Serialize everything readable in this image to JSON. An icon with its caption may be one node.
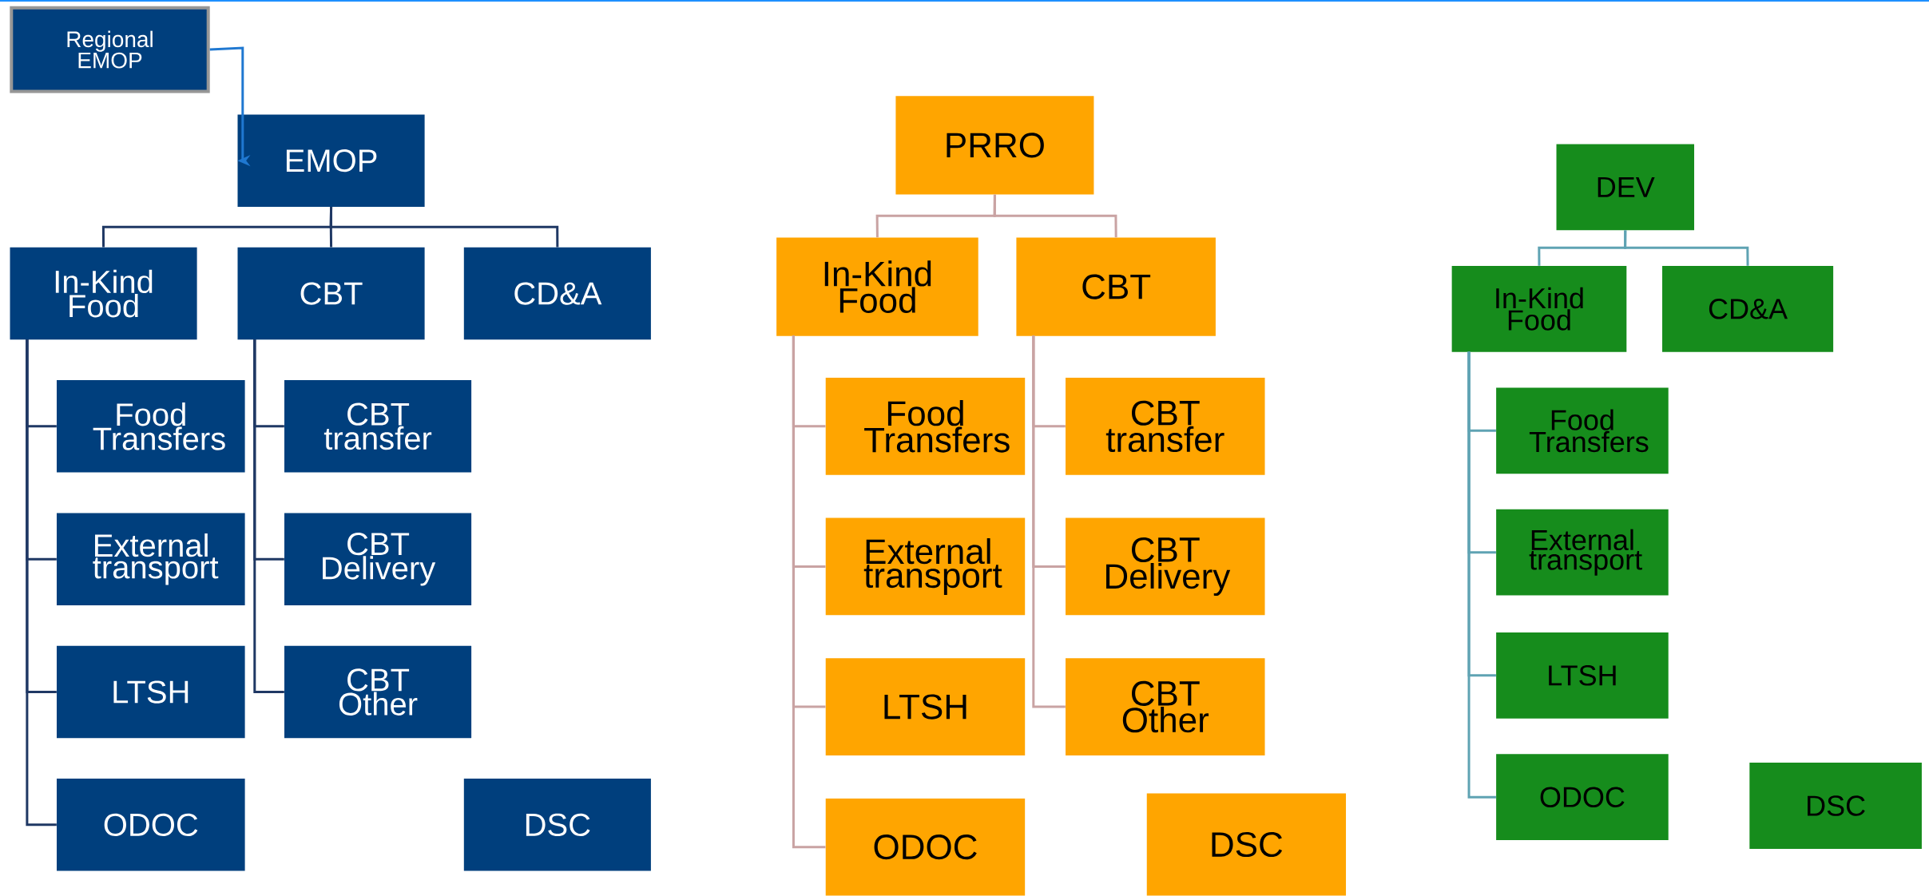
{
  "diagram": {
    "nodes": [
      {
        "text": [
          "Regional EMOP"
        ]
      },
      {
        "text": [
          "EMOP"
        ]
      },
      {
        "text": [
          "In-Kind Food"
        ]
      },
      {
        "text": [
          "CBT"
        ]
      },
      {
        "text": [
          "CD&A"
        ]
      },
      {
        "text": [
          "Food Transfers"
        ]
      },
      {
        "text": [
          "External transport"
        ]
      },
      {
        "text": [
          "LTSH"
        ]
      },
      {
        "text": [
          "ODOC"
        ]
      },
      {
        "text": [
          "CBT transfer"
        ]
      },
      {
        "text": [
          "CBT Delivery"
        ]
      },
      {
        "text": [
          "CBT Other"
        ]
      },
      {
        "text": [
          "DSC"
        ]
      },
      {
        "text": [
          "PRRO"
        ]
      },
      {
        "text": [
          "In-Kind Food"
        ]
      },
      {
        "text": [
          "CBT"
        ]
      },
      {
        "text": [
          "Food Transfers"
        ]
      },
      {
        "text": [
          "External transport"
        ]
      },
      {
        "text": [
          "LTSH"
        ]
      },
      {
        "text": [
          "ODOC"
        ]
      },
      {
        "text": [
          "CBT transfer"
        ]
      },
      {
        "text": [
          "CBT Delivery"
        ]
      },
      {
        "text": [
          "CBT Other"
        ]
      },
      {
        "text": [
          "DSC"
        ]
      },
      {
        "text": [
          "DEV"
        ]
      },
      {
        "text": [
          "In-Kind Food"
        ]
      },
      {
        "text": [
          "CD&A"
        ]
      },
      {
        "text": [
          "Food Transfers"
        ]
      },
      {
        "text": [
          "External transport"
        ]
      },
      {
        "text": [
          "LTSH"
        ]
      },
      {
        "text": [
          "ODOC"
        ]
      },
      {
        "text": [
          "DSC"
        ]
      }
    ],
    "edges": [
      {
        "from": 0,
        "to": 1,
        "arrow": "to",
        "color": "#1f78d1"
      },
      {
        "from": 1,
        "to": 2,
        "arrow": "none",
        "color": "#1f3864"
      },
      {
        "from": 1,
        "to": 3,
        "arrow": "none",
        "color": "#1f3864"
      },
      {
        "from": 1,
        "to": 4,
        "arrow": "none",
        "color": "#1f3864"
      },
      {
        "from": 2,
        "to": 5,
        "arrow": "none",
        "color": "#1f3864"
      },
      {
        "from": 2,
        "to": 6,
        "arrow": "none",
        "color": "#1f3864"
      },
      {
        "from": 2,
        "to": 7,
        "arrow": "none",
        "color": "#1f3864"
      },
      {
        "from": 2,
        "to": 8,
        "arrow": "none",
        "color": "#1f3864"
      },
      {
        "from": 3,
        "to": 9,
        "arrow": "none",
        "color": "#1f3864"
      },
      {
        "from": 3,
        "to": 10,
        "arrow": "none",
        "color": "#1f3864"
      },
      {
        "from": 3,
        "to": 11,
        "arrow": "none",
        "color": "#1f3864"
      },
      {
        "from": 13,
        "to": 14,
        "arrow": "none",
        "color": "#c9a3a3"
      },
      {
        "from": 13,
        "to": 15,
        "arrow": "none",
        "color": "#c9a3a3"
      },
      {
        "from": 14,
        "to": 16,
        "arrow": "none",
        "color": "#c9a3a3"
      },
      {
        "from": 14,
        "to": 17,
        "arrow": "none",
        "color": "#c9a3a3"
      },
      {
        "from": 14,
        "to": 18,
        "arrow": "none",
        "color": "#c9a3a3"
      },
      {
        "from": 14,
        "to": 19,
        "arrow": "none",
        "color": "#c9a3a3"
      },
      {
        "from": 15,
        "to": 20,
        "arrow": "none",
        "color": "#c9a3a3"
      },
      {
        "from": 15,
        "to": 21,
        "arrow": "none",
        "color": "#c9a3a3"
      },
      {
        "from": 15,
        "to": 22,
        "arrow": "none",
        "color": "#c9a3a3"
      },
      {
        "from": 24,
        "to": 25,
        "arrow": "none",
        "color": "#5fa3b3"
      },
      {
        "from": 24,
        "to": 26,
        "arrow": "none",
        "color": "#5fa3b3"
      },
      {
        "from": 25,
        "to": 27,
        "arrow": "none",
        "color": "#5fa3b3"
      },
      {
        "from": 25,
        "to": 28,
        "arrow": "none",
        "color": "#5fa3b3"
      },
      {
        "from": 25,
        "to": 29,
        "arrow": "none",
        "color": "#5fa3b3"
      },
      {
        "from": 25,
        "to": 30,
        "arrow": "none",
        "color": "#5fa3b3"
      }
    ]
  }
}
